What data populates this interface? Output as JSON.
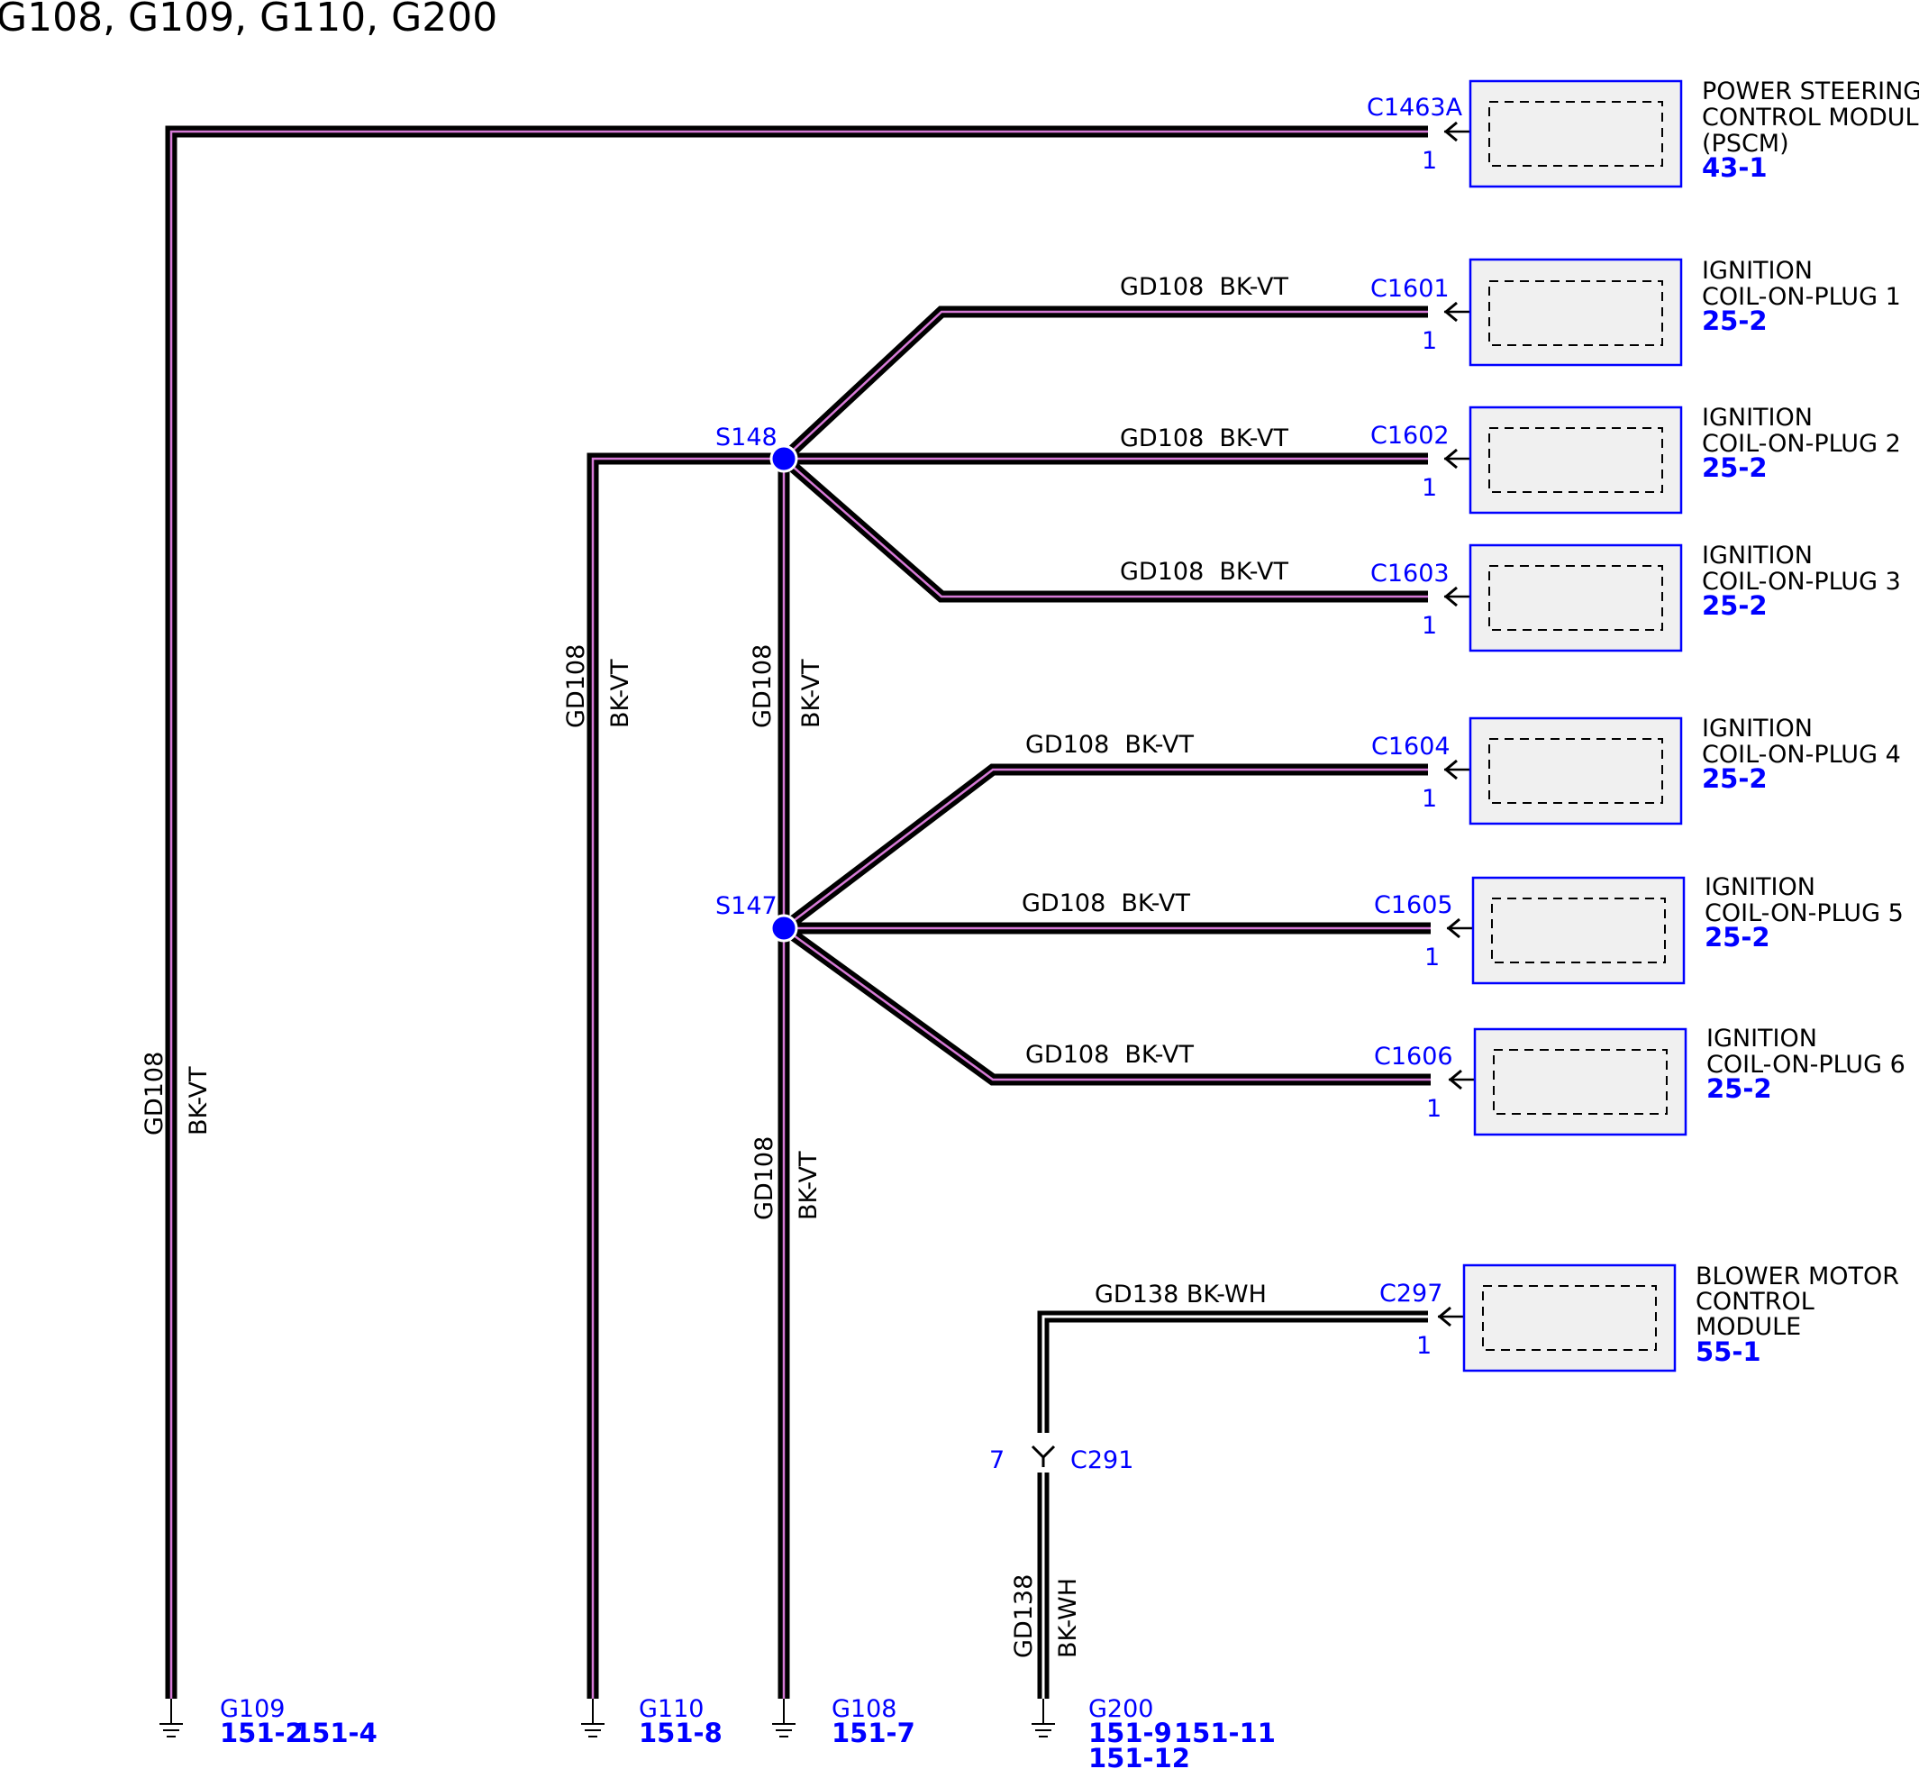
{
  "page_title": "G108, G109, G110, G200",
  "colors": {
    "wire": "#000000",
    "wire_stripe": "#d67ad6",
    "connector_ref": "#0000ff",
    "splice_dot": "#0000ff",
    "module_fill": "#f0f0f0",
    "module_border": "#0000ff"
  },
  "modules": [
    {
      "id": "pscm",
      "connector": "C1463A",
      "pin": "1",
      "name_lines": [
        "POWER STEERING",
        "CONTROL MODULE",
        "(PSCM)"
      ],
      "ref": "43-1"
    },
    {
      "id": "cop1",
      "connector": "C1601",
      "pin": "1",
      "name_lines": [
        "IGNITION",
        "COIL-ON-PLUG 1"
      ],
      "ref": "25-2"
    },
    {
      "id": "cop2",
      "connector": "C1602",
      "pin": "1",
      "name_lines": [
        "IGNITION",
        "COIL-ON-PLUG 2"
      ],
      "ref": "25-2"
    },
    {
      "id": "cop3",
      "connector": "C1603",
      "pin": "1",
      "name_lines": [
        "IGNITION",
        "COIL-ON-PLUG 3"
      ],
      "ref": "25-2"
    },
    {
      "id": "cop4",
      "connector": "C1604",
      "pin": "1",
      "name_lines": [
        "IGNITION",
        "COIL-ON-PLUG 4"
      ],
      "ref": "25-2"
    },
    {
      "id": "cop5",
      "connector": "C1605",
      "pin": "1",
      "name_lines": [
        "IGNITION",
        "COIL-ON-PLUG 5"
      ],
      "ref": "25-2"
    },
    {
      "id": "cop6",
      "connector": "C1606",
      "pin": "1",
      "name_lines": [
        "IGNITION",
        "COIL-ON-PLUG 6"
      ],
      "ref": "25-2"
    },
    {
      "id": "bmcm",
      "connector": "C297",
      "pin": "1",
      "name_lines": [
        "BLOWER MOTOR",
        "CONTROL",
        "MODULE"
      ],
      "ref": "55-1"
    }
  ],
  "wire_labels": {
    "gd108": "GD108",
    "bkvt": "BK-VT",
    "gd108_bkvt": "GD108  BK-VT",
    "gd138": "GD138",
    "bkwh": "BK-WH",
    "gd138_bkwh": "GD138 BK-WH"
  },
  "splices": {
    "s148": "S148",
    "s147": "S147"
  },
  "inline_connector": {
    "name": "C291",
    "pin": "7"
  },
  "grounds": [
    {
      "id": "g109",
      "name": "G109",
      "refs": [
        "151-2",
        "151-4"
      ]
    },
    {
      "id": "g110",
      "name": "G110",
      "refs": [
        "151-8"
      ]
    },
    {
      "id": "g108",
      "name": "G108",
      "refs": [
        "151-7"
      ]
    },
    {
      "id": "g200",
      "name": "G200",
      "refs": [
        "151-9",
        "151-11",
        "151-12"
      ]
    }
  ]
}
